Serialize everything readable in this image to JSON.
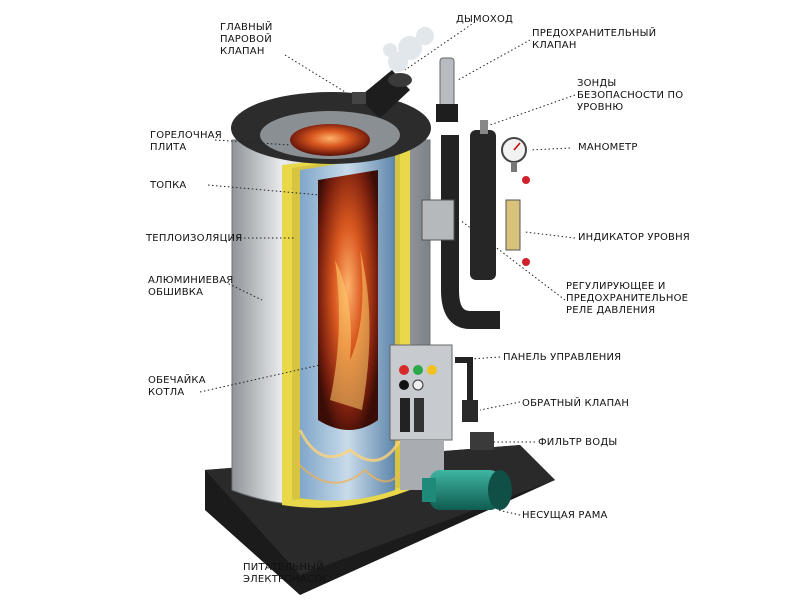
{
  "labels": {
    "main_steam_valve": "ГЛАВНЫЙ\nПАРОВОЙ\nКЛАПАН",
    "burner_plate": "ГОРЕЛОЧНАЯ\nПЛИТА",
    "furnace": "ТОПКА",
    "insulation": "ТЕПЛОИЗОЛЯЦИЯ",
    "aluminum_cladding": "АЛЮМИНИЕВАЯ\nОБШИВКА",
    "boiler_shell": "ОБЕЧАЙКА\nКОТЛА",
    "feed_pump": "ПИТАТЕЛЬНЫЙ\nЭЛЕКТРОНАСОС",
    "chimney": "ДЫМОХОД",
    "safety_valve": "ПРЕДОХРАНИТЕЛЬНЫЙ\nКЛАПАН",
    "level_probes": "ЗОНДЫ\nБЕЗОПАСНОСТИ ПО\nУРОВНЮ",
    "manometer": "МАНОМЕТР",
    "level_indicator": "ИНДИКАТОР УРОВНЯ",
    "pressure_relay": "РЕГУЛИРУЮЩЕЕ И\nПРЕДОХРАНИТЕЛЬНОЕ\nРЕЛЕ ДАВЛЕНИЯ",
    "control_panel": "ПАНЕЛЬ УПРАВЛЕНИЯ",
    "check_valve": "ОБРАТНЫЙ КЛАПАН",
    "water_filter": "ФИЛЬТР ВОДЫ",
    "support_frame": "НЕСУЩАЯ РАМА"
  },
  "colors": {
    "frame": "#1a1a1a",
    "cladding": "#c9ccd0",
    "insulation": "#e8d84a",
    "flame": "#d2551c",
    "pipe": "#2b2b2b",
    "pump": "#1f8a7a",
    "panel": "#c7cbcf"
  },
  "icons": [
    "flame-icon",
    "steam-icon",
    "gauge-icon"
  ]
}
